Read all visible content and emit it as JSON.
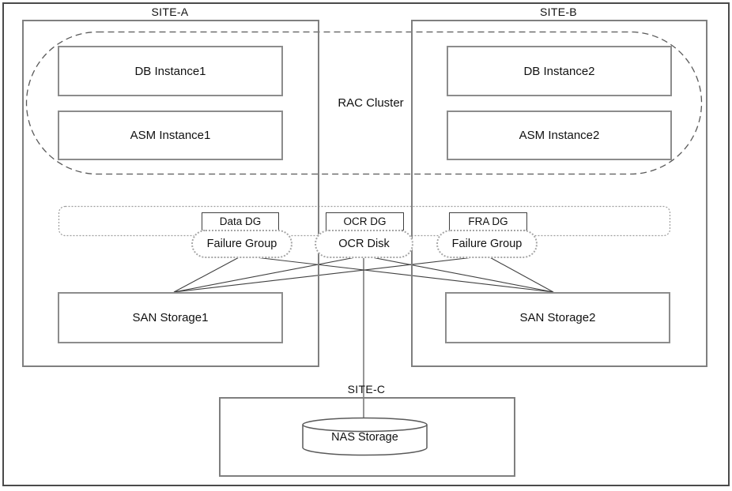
{
  "colors": {
    "background": "#ffffff",
    "box_border": "#7f7f7f",
    "line": "#404040",
    "dotted_outline": "#a6a6a6",
    "text": "#111111"
  },
  "cluster": {
    "label": "RAC Cluster"
  },
  "sites": {
    "site_a": {
      "label": "SITE-A",
      "db_instance": "DB Instance1",
      "asm_instance": "ASM Instance1",
      "san_storage": "SAN Storage1"
    },
    "site_b": {
      "label": "SITE-B",
      "db_instance": "DB Instance2",
      "asm_instance": "ASM Instance2",
      "san_storage": "SAN Storage2"
    },
    "site_c": {
      "label": "SITE-C",
      "nas_storage": "NAS Storage"
    }
  },
  "asm_band": {
    "disk_groups": [
      {
        "label": "Data DG"
      },
      {
        "label": "OCR DG"
      },
      {
        "label": "FRA DG"
      }
    ],
    "failure_groups": [
      {
        "label": "Failure Group"
      },
      {
        "label": "OCR Disk"
      },
      {
        "label": "Failure Group"
      }
    ]
  }
}
